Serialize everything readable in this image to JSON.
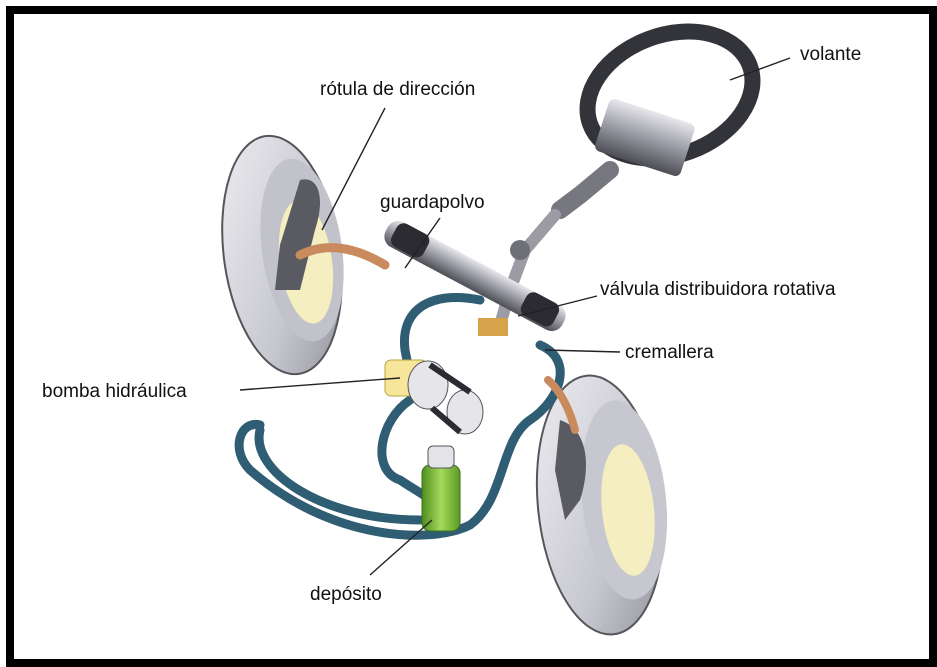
{
  "labels": {
    "volante": "volante",
    "rotula": "rótula de dirección",
    "guardapolvo": "guardapolvo",
    "valvula": "válvula distribuidora rotativa",
    "cremallera": "cremallera",
    "bomba": "bomba hidráulica",
    "deposito": "depósito"
  },
  "colors": {
    "frame": "#000000",
    "tire": "#d9d9de",
    "tire_dark": "#8e8e96",
    "hub_yellow": "#f4eec0",
    "hose_blue": "#2f5d73",
    "rod_copper": "#c98a5e",
    "reservoir_green": "#7fbf3a",
    "steel": "#6f6f78"
  }
}
